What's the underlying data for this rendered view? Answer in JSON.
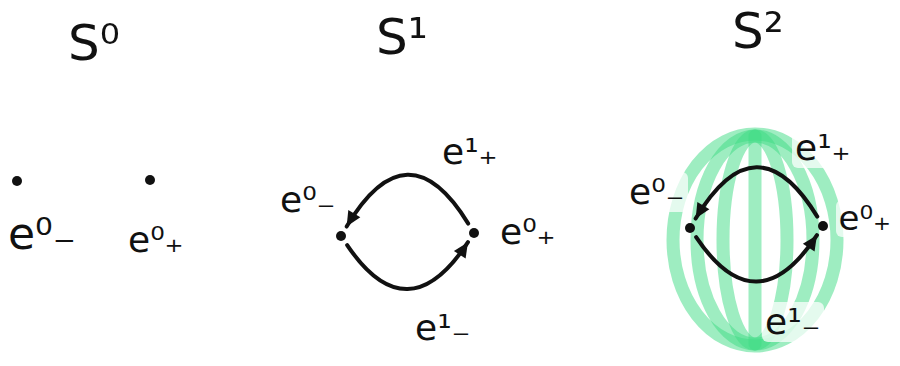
{
  "diagram": {
    "nodes": [
      {
        "text": [
          "e⁰₋"
        ]
      },
      {
        "text": [
          "e⁰₊"
        ]
      },
      {
        "text": [
          "e⁰₋"
        ]
      },
      {
        "text": [
          "e⁰₊"
        ]
      },
      {
        "text": [
          "e⁰₋"
        ]
      },
      {
        "text": [
          "e⁰₊"
        ]
      }
    ],
    "edges": [
      {
        "from": 3,
        "to": 2,
        "arrow": "to",
        "label": "e¹₊"
      },
      {
        "from": 2,
        "to": 3,
        "arrow": "to",
        "label": "e¹₋"
      },
      {
        "from": 5,
        "to": 4,
        "arrow": "to",
        "label": "e¹₊"
      },
      {
        "from": 4,
        "to": 5,
        "arrow": "to",
        "label": "e¹₋"
      }
    ],
    "labels": [
      "S⁰",
      "S¹",
      "S²"
    ]
  }
}
